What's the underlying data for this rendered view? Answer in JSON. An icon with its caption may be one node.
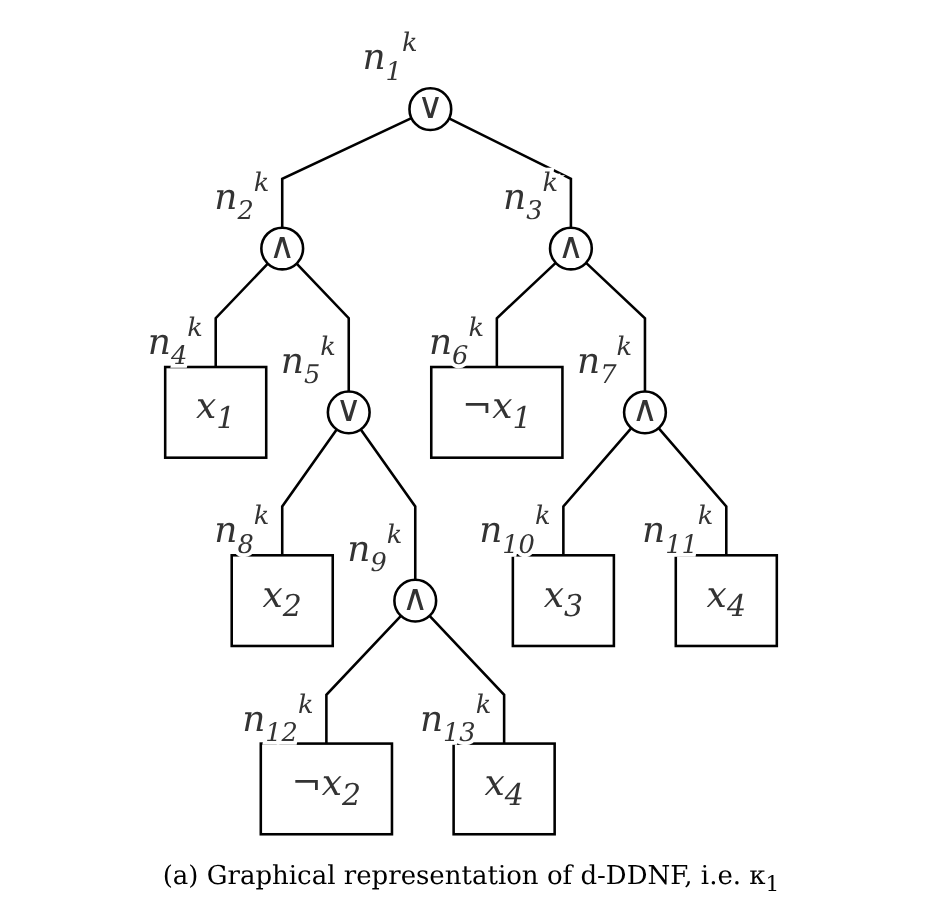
{
  "diagram": {
    "caption": "(a) Graphical representation of d-DDNF, i.e. κ$_{1}$",
    "nodes": [
      {
        "text": [
          "∨"
        ],
        "beside": [
          "n$_{1}$$^{k}$"
        ]
      },
      {
        "text": [
          "∧"
        ],
        "beside": [
          "n$_{2}$$^{k}$"
        ]
      },
      {
        "text": [
          "∧"
        ],
        "beside": [
          "n$_{3}$$^{k}$"
        ]
      },
      {
        "text": [
          "x$_{1}$"
        ],
        "beside": [
          "n$_{4}$$^{k}$"
        ]
      },
      {
        "text": [
          "∨"
        ],
        "beside": [
          "n$_{5}$$^{k}$"
        ]
      },
      {
        "text": [
          "¬x$_{1}$"
        ],
        "beside": [
          "n$_{6}$$^{k}$"
        ]
      },
      {
        "text": [
          "∧"
        ],
        "beside": [
          "n$_{7}$$^{k}$"
        ]
      },
      {
        "text": [
          "x$_{2}$"
        ],
        "beside": [
          "n$_{8}$$^{k}$"
        ]
      },
      {
        "text": [
          "∧"
        ],
        "beside": [
          "n$_{9}$$^{k}$"
        ]
      },
      {
        "text": [
          "x$_{3}$"
        ],
        "beside": [
          "n$_{10}$$^{k}$"
        ]
      },
      {
        "text": [
          "x$_{4}$"
        ],
        "beside": [
          "n$_{11}$$^{k}$"
        ]
      },
      {
        "text": [
          "¬x$_{2}$"
        ],
        "beside": [
          "n$_{12}$$^{k}$"
        ]
      },
      {
        "text": [
          "x$_{4}$"
        ],
        "beside": [
          "n$_{13}$$^{k}$"
        ]
      }
    ],
    "edges": [
      {
        "from": 0,
        "to": 1,
        "arrow": "none"
      },
      {
        "from": 0,
        "to": 2,
        "arrow": "none"
      },
      {
        "from": 1,
        "to": 3,
        "arrow": "none"
      },
      {
        "from": 1,
        "to": 4,
        "arrow": "none"
      },
      {
        "from": 2,
        "to": 5,
        "arrow": "none"
      },
      {
        "from": 2,
        "to": 6,
        "arrow": "none"
      },
      {
        "from": 4,
        "to": 7,
        "arrow": "none"
      },
      {
        "from": 4,
        "to": 8,
        "arrow": "none"
      },
      {
        "from": 6,
        "to": 9,
        "arrow": "none"
      },
      {
        "from": 6,
        "to": 10,
        "arrow": "none"
      },
      {
        "from": 8,
        "to": 11,
        "arrow": "none"
      },
      {
        "from": 8,
        "to": 12,
        "arrow": "none"
      }
    ]
  }
}
